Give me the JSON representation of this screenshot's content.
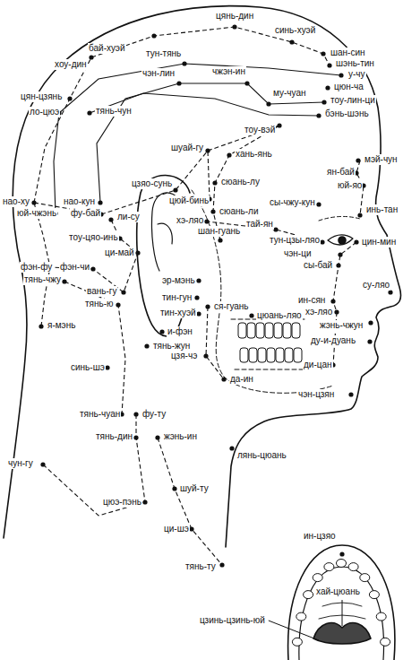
{
  "diagram": {
    "labels": [
      "цянь-дин",
      "бай-хуэй",
      "синь-хуэй",
      "тун-тянь",
      "хоу-дин",
      "шан-син",
      "шэнь-тин",
      "у-чу",
      "чэн-лин",
      "чжэн-ин",
      "цюн-ча",
      "му-чуан",
      "тоу-лин-ци",
      "цян-цзянь",
      "тянь-чун",
      "ло-цюэ",
      "бэнь-шэнь",
      "тоу-вэй",
      "шуай-гу",
      "хань-янь",
      "мэй-чун",
      "ян-бай",
      "сюань-лу",
      "цзяо-сунь",
      "юй-яо",
      "нао-ху",
      "нао-кун",
      "цюй-бинь",
      "сюань-ли",
      "сы-чжу-кун",
      "юй-чжэнь",
      "фу-бай",
      "инь-тан",
      "ли-су",
      "хэ-ляо",
      "тай-ян",
      "шан-гуань",
      "тоу-цяо-инь",
      "тун-цзы-ляо",
      "цин-мин",
      "чэн-ци",
      "ци-май",
      "сы-бай",
      "эр-мэнь",
      "фэн-фу",
      "фэн-чи",
      "тин-гун",
      "тянь-чжу",
      "ся-гуань",
      "вань-гу",
      "ин-сян",
      "су-ляо",
      "тянь-ю",
      "тин-хуэй",
      "хэ-ляо",
      "цюань-ляо",
      "жэнь-чжун",
      "и-фэн",
      "я-мэнь",
      "ду-и-дуань",
      "тянь-жун",
      "цзя-чэ",
      "ди-цан",
      "да-ин",
      "чэн-цзян",
      "синь-шэ",
      "тянь-чуан",
      "фу-ту",
      "жэнь-ин",
      "тянь-дин",
      "лянь-цюань",
      "чун-гу",
      "шуй-ту",
      "цюэ-пэнь",
      "ци-шэ",
      "тянь-ту",
      "ин-цзяо",
      "хай-цюань",
      "цзинь-цзинь-юй"
    ]
  }
}
